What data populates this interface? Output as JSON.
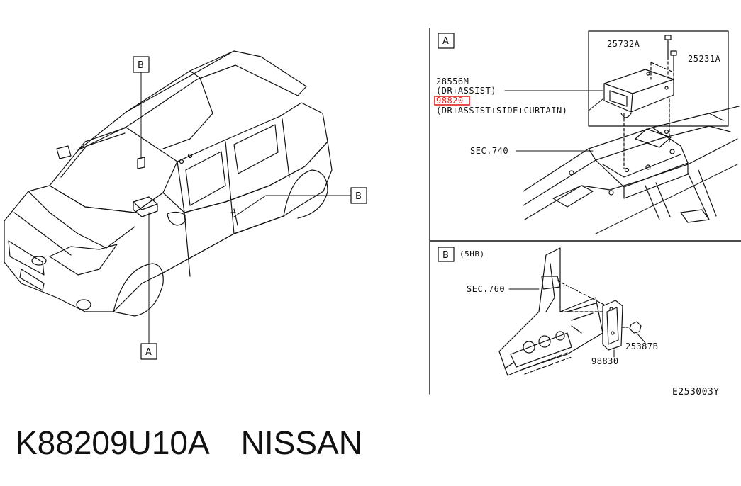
{
  "callouts": {
    "car_b_label": "B",
    "car_b2_label": "B",
    "car_a_label": "A"
  },
  "panel_a": {
    "letter": "A",
    "part_bolt_1": "25732A",
    "part_bolt_2": "25231A",
    "part_module": "28556M",
    "module_note_1": "(DR+ASSIST)",
    "highlight_part": "98820",
    "module_note_2": "(DR+ASSIST+SIDE+CURTAIN)",
    "section": "SEC.740",
    "highlight_color": "#e02020"
  },
  "panel_b": {
    "letter": "B",
    "variant": "(5HB)",
    "section": "SEC.760",
    "part_nut": "25387B",
    "part_sensor": "98830"
  },
  "diagram_id": "E253003Y",
  "footer": {
    "part_number": "K88209U10A",
    "brand": "NISSAN"
  }
}
